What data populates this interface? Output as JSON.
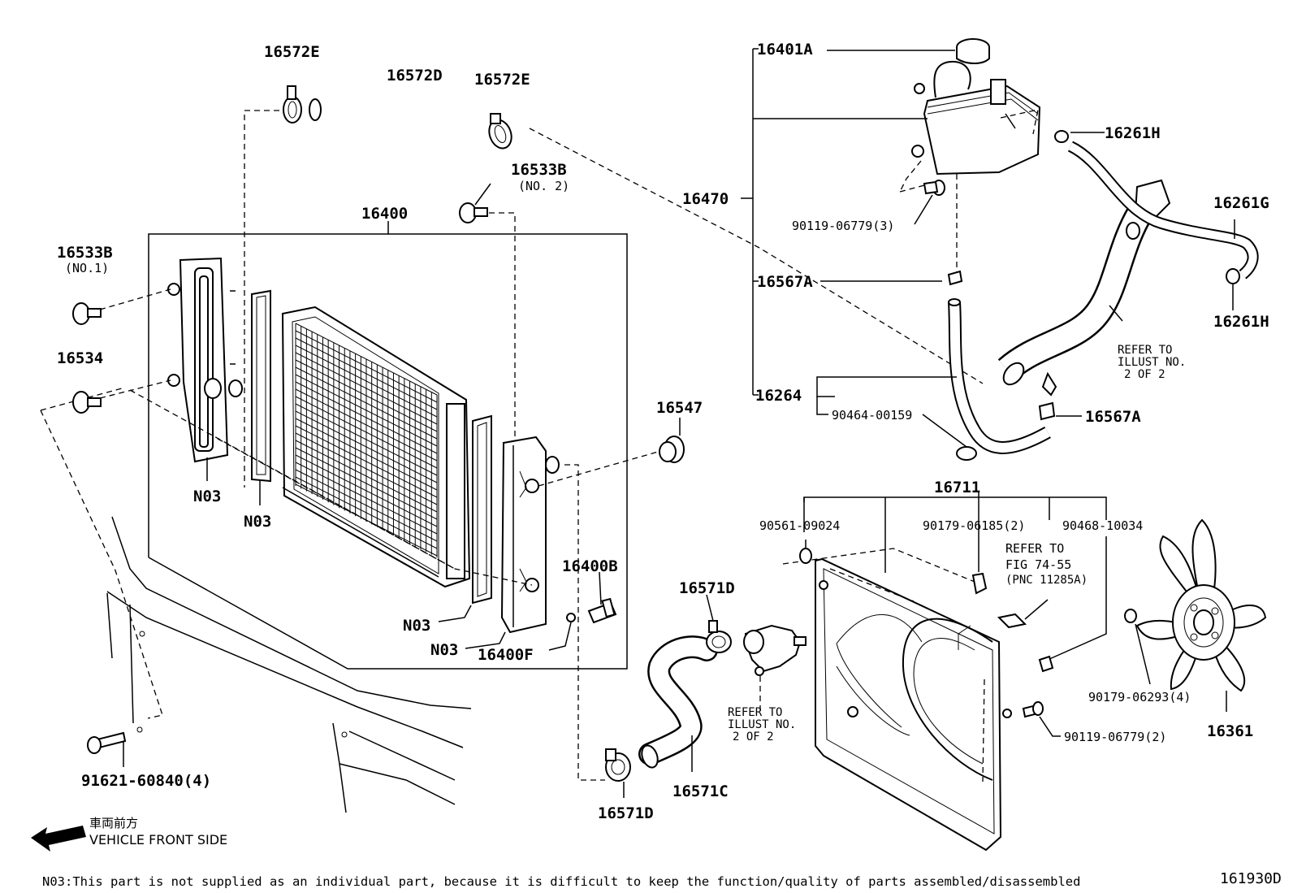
{
  "labels": {
    "p16572E_a": "16572E",
    "p16572D": "16572D",
    "p16572E_b": "16572E",
    "p16533B_no2": "16533B",
    "no2": "(NO. 2)",
    "p16400": "16400",
    "p16533B_no1": "16533B",
    "no1": "(NO.1)",
    "p16534": "16534",
    "n03_a": "N03",
    "n03_b": "N03",
    "n03_c": "N03",
    "n03_d": "N03",
    "p16547": "16547",
    "p16400B": "16400B",
    "p16400F": "16400F",
    "p91621": "91621-60840(4)",
    "p16571D_a": "16571D",
    "p16571C": "16571C",
    "p16571D_b": "16571D",
    "p16401A": "16401A",
    "p16261H_a": "16261H",
    "p16470": "16470",
    "p90119_3": "90119-06779(3)",
    "p16261G": "16261G",
    "p16567A_a": "16567A",
    "p16261H_b": "16261H",
    "refer_illust_a_1": "REFER TO",
    "refer_illust_a_2": "ILLUST NO.",
    "refer_illust_a_3": "2 OF 2",
    "p16264": "16264",
    "p90464": "90464-00159",
    "p16567A_b": "16567A",
    "p16711": "16711",
    "p90561": "90561-09024",
    "p90179_2": "90179-06185(2)",
    "p90468": "90468-10034",
    "refer_fig_1": "REFER TO",
    "refer_fig_2": "FIG 74-55",
    "refer_fig_3": "(PNC 11285A)",
    "refer_illust_b_1": "REFER TO",
    "refer_illust_b_2": "ILLUST NO.",
    "refer_illust_b_3": "2 OF 2",
    "p90119_2": "90119-06779(2)",
    "p90179_4": "90179-06293(4)",
    "p16361": "16361",
    "vehicle_jp": "車両前方",
    "vehicle_en": "VEHICLE FRONT SIDE",
    "footnote": "N03:This part is not supplied as an individual part, because it is difficult to keep the function/quality of parts assembled/disassembled",
    "fig_id": "161930D"
  }
}
